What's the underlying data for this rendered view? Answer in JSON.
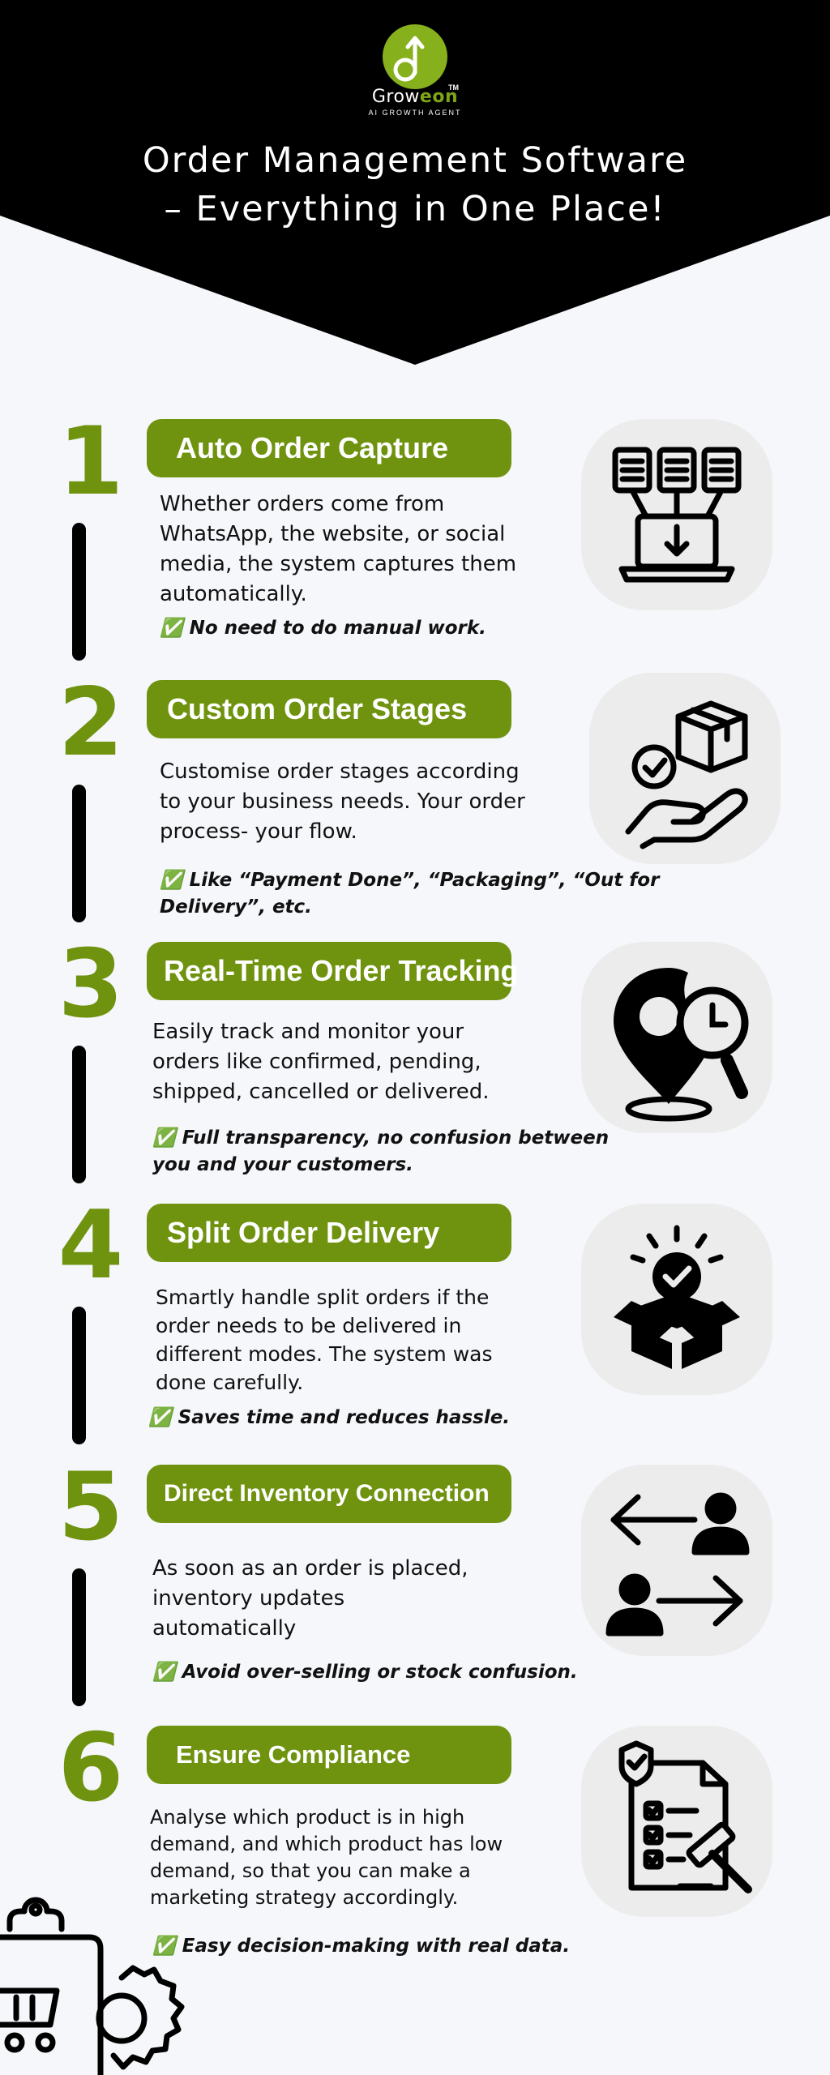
{
  "brand": {
    "name_part1": "Grow",
    "name_part2": "eon",
    "tm": "TM",
    "tagline": "AI GROWTH AGENT"
  },
  "title": {
    "line1": "Order Management Software",
    "line2": "– Everything in One Place!"
  },
  "colors": {
    "accent": "#6f930f",
    "header": "#000000",
    "background": "#f6f7fb",
    "icon_tile": "#ececec"
  },
  "features": [
    {
      "number": "1",
      "title": "Auto Order Capture",
      "description": [
        "Whether orders come from",
        "WhatsApp, the website, or social",
        "media, the system captures them",
        "automatically."
      ],
      "note": [
        "✅ No need to do manual work."
      ],
      "icon": "laptop-documents-icon"
    },
    {
      "number": "2",
      "title": "Custom Order Stages",
      "description": [
        "Customise order stages according",
        "to your business needs. Your order",
        "process- your flow."
      ],
      "note": [
        "✅ Like “Payment Done”, “Packaging”, “Out for",
        "Delivery”, etc."
      ],
      "icon": "hand-box-check-icon"
    },
    {
      "number": "3",
      "title": "Real-Time Order Tracking",
      "description": [
        "Easily track and monitor your",
        "orders like confirmed, pending,",
        "shipped, cancelled or delivered."
      ],
      "note": [
        "✅ Full transparency, no confusion between",
        "you and your customers."
      ],
      "icon": "location-clock-search-icon"
    },
    {
      "number": "4",
      "title": "Split Order Delivery",
      "description": [
        "Smartly handle split orders if the",
        "order needs to be delivered in",
        "different modes. The system was",
        "done carefully."
      ],
      "note": [
        "✅ Saves time and reduces hassle."
      ],
      "icon": "open-box-check-icon"
    },
    {
      "number": "5",
      "title": "Direct Inventory Connection",
      "description": [
        "As soon as an order is placed,",
        "inventory updates",
        "automatically"
      ],
      "note": [
        "✅ Avoid over-selling or stock confusion."
      ],
      "icon": "user-exchange-icon"
    },
    {
      "number": "6",
      "title": "Ensure Compliance",
      "description": [
        "Analyse which product is in high",
        "demand, and which product has low",
        "demand, so that you can make a",
        "marketing strategy accordingly."
      ],
      "note": [
        "✅ Easy decision-making with real data."
      ],
      "icon": "checklist-gavel-icon"
    }
  ]
}
